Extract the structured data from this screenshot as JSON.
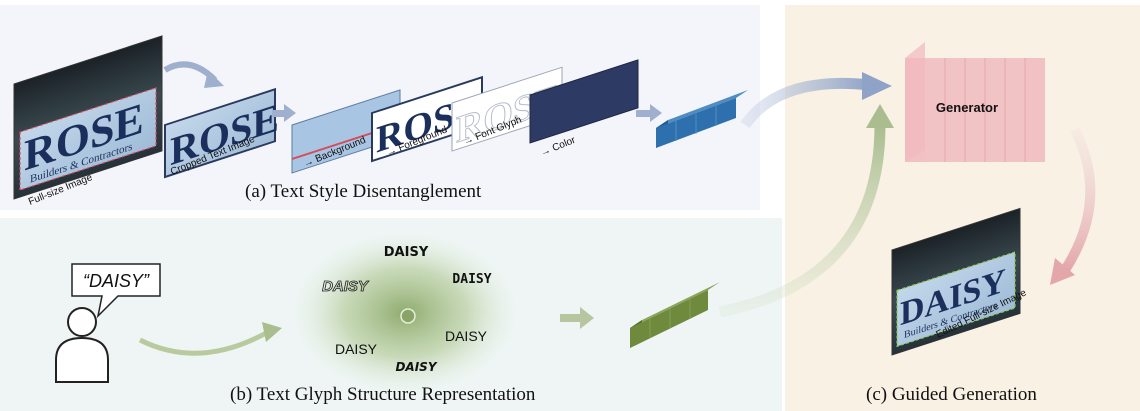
{
  "panel_a": {
    "caption": "(a) Text Style Disentanglement",
    "full_image_label": "Full-size Image",
    "cropped_label": "Cropped Text Image",
    "source_word": "ROSE",
    "sign_subtext": "Builders & Contractors",
    "background_label": "→ Background",
    "foreground_label": "→ Foreground",
    "glyph_label": "→ Font Glyph",
    "color_label": "→ Color"
  },
  "panel_b": {
    "caption": "(b) Text Glyph Structure Representation",
    "speech_text": "“DAISY”",
    "glyph_samples": [
      "DAISY",
      "DAISY",
      "DAISY",
      "DAISY",
      "DAISY",
      "DAISY"
    ]
  },
  "panel_c": {
    "caption": "(c) Guided Generation",
    "generator_label": "Generator",
    "edited_label": "Edited Full-size Image",
    "target_word": "DAISY",
    "sign_subtext": "Builders & Contractors"
  },
  "colors": {
    "panel_a_bg": "#f4f5fa",
    "panel_b_bg": "#eef5f4",
    "panel_c_bg": "#f8f1e4",
    "style_feature": "#2e6fae",
    "glyph_feature": "#6f8a3c",
    "generator": "#f0b9bd",
    "color_slab": "#2d3a63"
  }
}
